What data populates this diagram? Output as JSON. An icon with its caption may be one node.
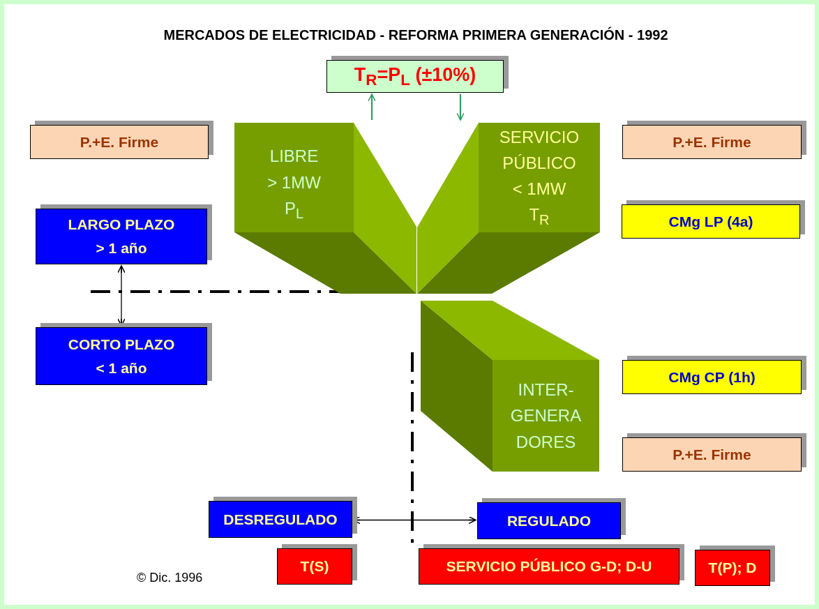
{
  "diagram": {
    "title": "MERCADOS DE ELECTRICIDAD - REFORMA PRIMERA GENERACIÓN - 1992",
    "nodes": [
      {
        "text": [
          "T$_{R}$=P$_{L}$ (±10%)"
        ]
      },
      {
        "text": [
          "LIBRE > 1MW P$_{L}$"
        ]
      },
      {
        "text": [
          "SERVICIO PÚBLICO < 1MW T$_{R}$"
        ]
      },
      {
        "text": [
          "INTER- GENERA DORES"
        ]
      },
      {
        "text": [
          "P.+E. Firme"
        ]
      },
      {
        "text": [
          "P.+E. Firme"
        ]
      },
      {
        "text": [
          "CMg LP (4a)"
        ]
      },
      {
        "text": [
          "LARGO PLAZO > 1 año"
        ]
      },
      {
        "text": [
          "CORTO PLAZO < 1 año"
        ]
      },
      {
        "text": [
          "CMg CP (1h)"
        ]
      },
      {
        "text": [
          "P.+E. Firme"
        ]
      },
      {
        "text": [
          "DESREGULADO"
        ]
      },
      {
        "text": [
          "REGULADO"
        ]
      },
      {
        "text": [
          "T(S)"
        ]
      },
      {
        "text": [
          "SERVICIO PÚBLICO G-D; D-U"
        ]
      },
      {
        "text": [
          "T(P); D"
        ]
      }
    ],
    "edges": [
      {
        "from": 1,
        "to": 0,
        "arrow": "to",
        "color": "#339966"
      },
      {
        "from": 0,
        "to": 2,
        "arrow": "to",
        "color": "#339966"
      },
      {
        "from": 7,
        "to": 8,
        "arrow": "both",
        "color": "#000000"
      },
      {
        "from": 11,
        "to": 12,
        "arrow": "both",
        "color": "#000000"
      }
    ],
    "labels": [
      "© Dic. 1996"
    ]
  }
}
